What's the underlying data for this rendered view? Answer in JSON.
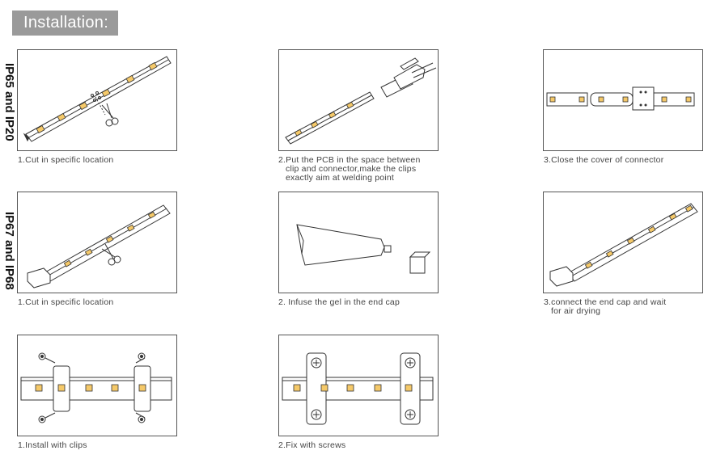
{
  "header": {
    "title": "Installation:"
  },
  "groups": {
    "ip65": "IP65 and IP20",
    "ip67": "IP67 and IP68"
  },
  "steps": {
    "ip65": [
      {
        "caption": [
          "1.Cut in specific location"
        ],
        "illustration": "cut-strip-with-scissors"
      },
      {
        "caption": [
          "2.Put the PCB in the space between",
          "clip and connector,make the clips",
          "exactly aim at  welding  point"
        ],
        "illustration": "insert-pcb-into-connector"
      },
      {
        "caption": [
          "3.Close the cover of  connector"
        ],
        "illustration": "connector-closed"
      }
    ],
    "ip67": [
      {
        "caption": [
          "1.Cut in specific location"
        ],
        "illustration": "cut-waterproof-strip"
      },
      {
        "caption": [
          "2. Infuse the gel in the end cap"
        ],
        "illustration": "gel-tube-and-end-cap"
      },
      {
        "caption": [
          "3.connect the end cap and wait",
          "for air drying"
        ],
        "illustration": "strip-with-end-cap"
      }
    ],
    "mounting": [
      {
        "caption": [
          "1.Install with clips"
        ],
        "illustration": "clips-with-screws-separate"
      },
      {
        "caption": [
          "2.Fix with screws"
        ],
        "illustration": "clips-screwed-down"
      }
    ]
  },
  "colors": {
    "banner": "#9a9a9a",
    "led": "#f5c969",
    "line": "#333333"
  }
}
